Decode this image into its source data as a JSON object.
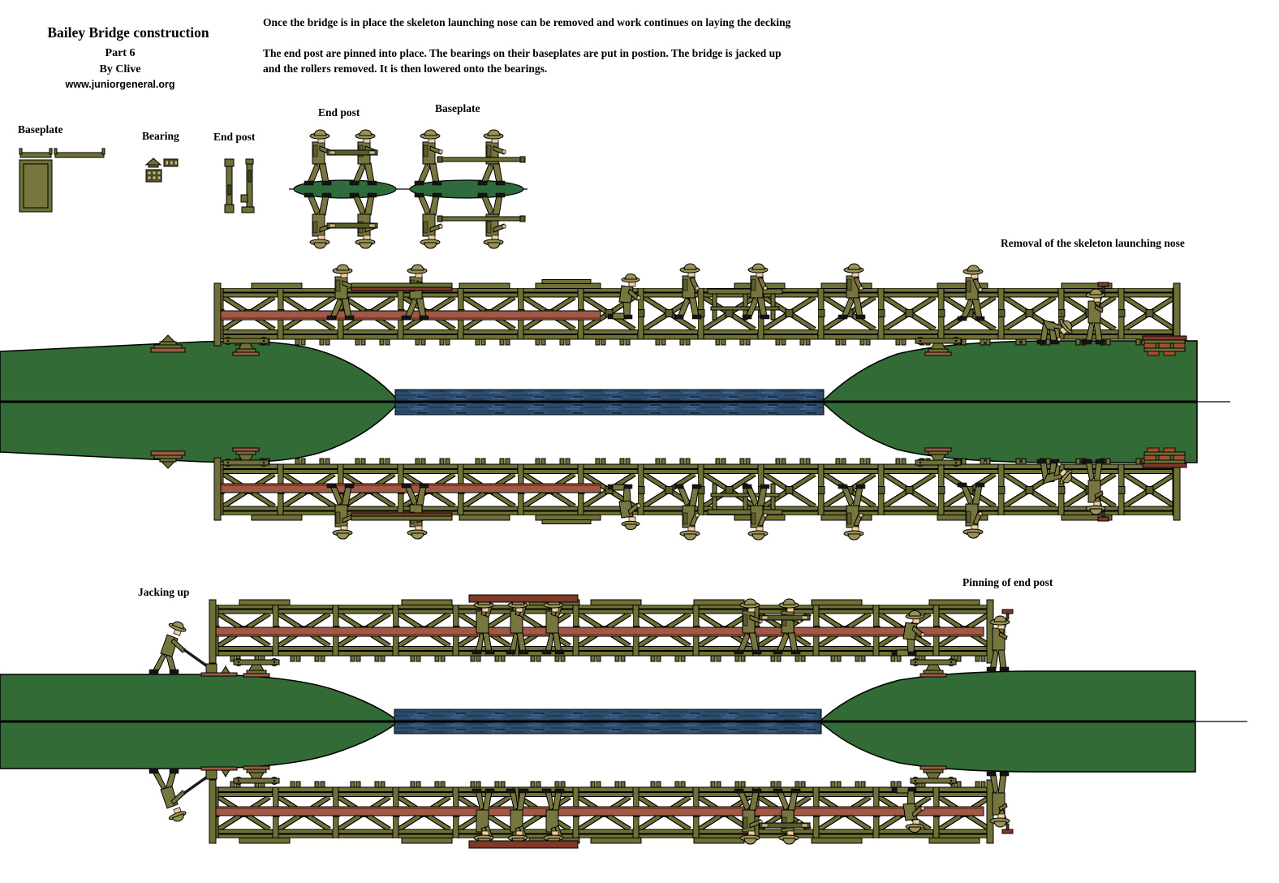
{
  "header": {
    "title": "Bailey Bridge construction",
    "part": "Part 6",
    "author": "By Clive",
    "site": "www.juniorgeneral.org"
  },
  "intro": {
    "para1": "Once the bridge is in place the skeleton launching nose can be removed and work continues on laying the decking",
    "para2": "The end post are pinned into place. The bearings on their baseplates are put in postion. The bridge is jacked up and the rollers removed. It is then lowered onto the bearings."
  },
  "parts": {
    "baseplate": "Baseplate",
    "bearing": "Bearing",
    "end_post": "End post"
  },
  "carriers": {
    "end_post": "End post",
    "baseplate": "Baseplate"
  },
  "scenes": {
    "removal": "Removal of the skeleton launching nose",
    "jacking": "Jacking up",
    "pinning": "Pinning of end post"
  },
  "colors": {
    "bank_green": "#336B37",
    "water_blue": "#2E4C6B",
    "truss_olive": "#6E7036",
    "deck_brown": "#9E5A46",
    "brick_red": "#A34E2C",
    "uniform_olive": "#77763F",
    "figure_base_green": "#2E6B3C"
  }
}
